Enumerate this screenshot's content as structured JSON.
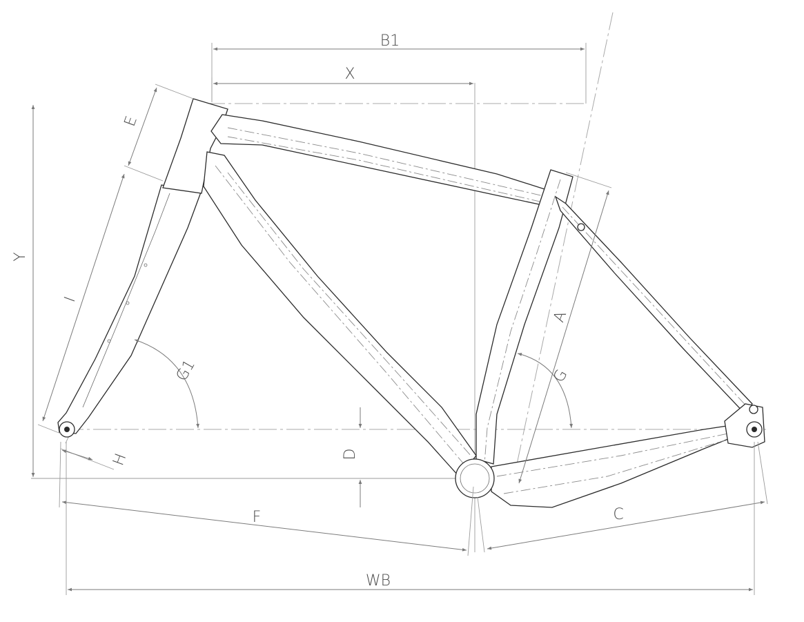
{
  "labels": {
    "b1": "B1",
    "x": "X",
    "y": "Y",
    "e": "E",
    "i": "I",
    "g1": "G1",
    "h": "H",
    "d": "D",
    "a": "A",
    "g": "G",
    "f": "F",
    "c": "C",
    "wb": "WB"
  },
  "colors": {
    "line": "#2b2b2b",
    "dimension": "#7a7a7a",
    "centerline": "#a8a8a8"
  }
}
